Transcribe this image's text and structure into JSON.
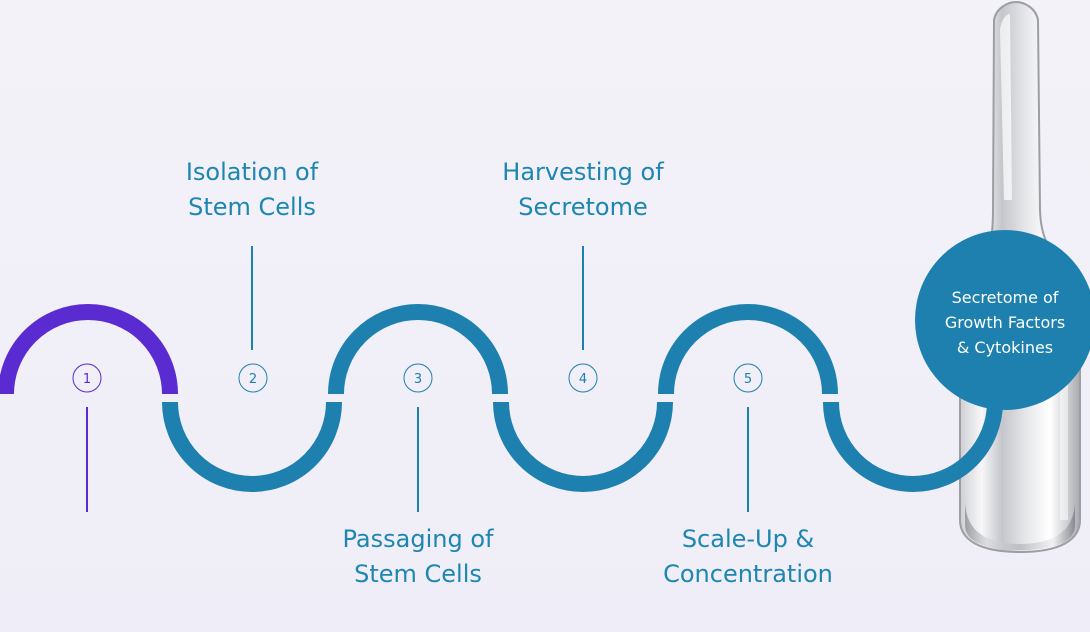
{
  "colors": {
    "accent_purple": "#5a2bd1",
    "accent_blue": "#1d80ae",
    "label_blue": "#1d86b1",
    "background": "#f1f0f7"
  },
  "steps": [
    {
      "number": "1",
      "label_lines": []
    },
    {
      "number": "2",
      "label_lines": [
        "Isolation of",
        "Stem Cells"
      ]
    },
    {
      "number": "3",
      "label_lines": [
        "Passaging of",
        "Stem Cells"
      ]
    },
    {
      "number": "4",
      "label_lines": [
        "Harvesting of",
        "Secretome"
      ]
    },
    {
      "number": "5",
      "label_lines": [
        "Scale-Up &",
        "Concentration"
      ]
    }
  ],
  "final_product": {
    "lines": [
      "Secretome of",
      "Growth Factors",
      "& Cytokines"
    ],
    "icon": "ampoule-icon"
  }
}
